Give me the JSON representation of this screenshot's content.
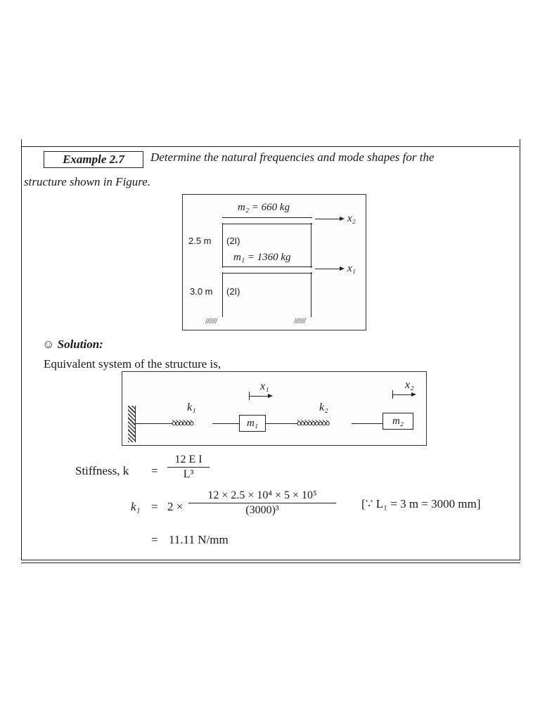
{
  "example": {
    "label": "Example 2.7",
    "text_line1": "Determine the natural frequencies and mode shapes for the",
    "text_line2": "structure shown in Figure."
  },
  "figure1": {
    "m2_label": "m₂ = 660 kg",
    "m1_label": "m₁ = 1360 kg",
    "x2_label": "x₂",
    "x1_label": "x₁",
    "upper_height": "2.5 m",
    "upper_inertia": "(2I)",
    "lower_height": "3.0 m",
    "lower_inertia": "(2I)"
  },
  "solution": {
    "icon": "☺",
    "heading": "Solution:",
    "intro": "Equivalent system of the structure is,"
  },
  "figure2": {
    "k1": "k₁",
    "k2": "k₂",
    "m1": "m₁",
    "m2": "m₂",
    "x1": "x₁",
    "x2": "x₂",
    "spring1": "ꝺꝺꝺꝺꝺꝺ",
    "spring2": "ꝺꝺꝺꝺꝺꝺꝺꝺꝺ",
    "ground": "///////"
  },
  "equations": {
    "stiffness_label": "Stiffness, k",
    "eq1": "=",
    "stiffness_num": "12 E I",
    "stiffness_den": "L³",
    "k1_label": "k₁",
    "eq2": "=",
    "k1_mult": "2 ×",
    "k1_num": "12 × 2.5 × 10⁴ × 5 × 10⁵",
    "k1_den": "(3000)³",
    "note": "[∵ L₁ = 3 m = 3000 mm]",
    "eq3": "=",
    "k1_result": "11.11 N/mm"
  }
}
